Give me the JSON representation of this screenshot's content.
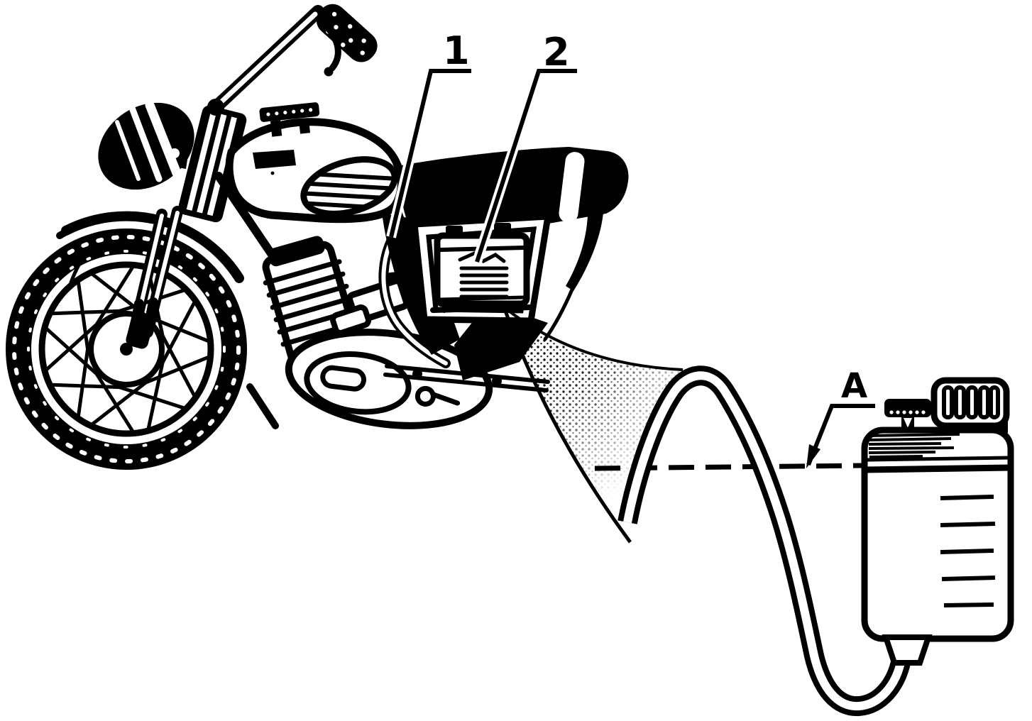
{
  "figure": {
    "background_color": "#ffffff",
    "ink_color": "#000000",
    "description": "Line-art diagram: motorcycle with battery vent hose routed over a hump to an external canister",
    "callouts": [
      {
        "label": "1"
      },
      {
        "label": "2"
      },
      {
        "label": "A"
      }
    ]
  }
}
